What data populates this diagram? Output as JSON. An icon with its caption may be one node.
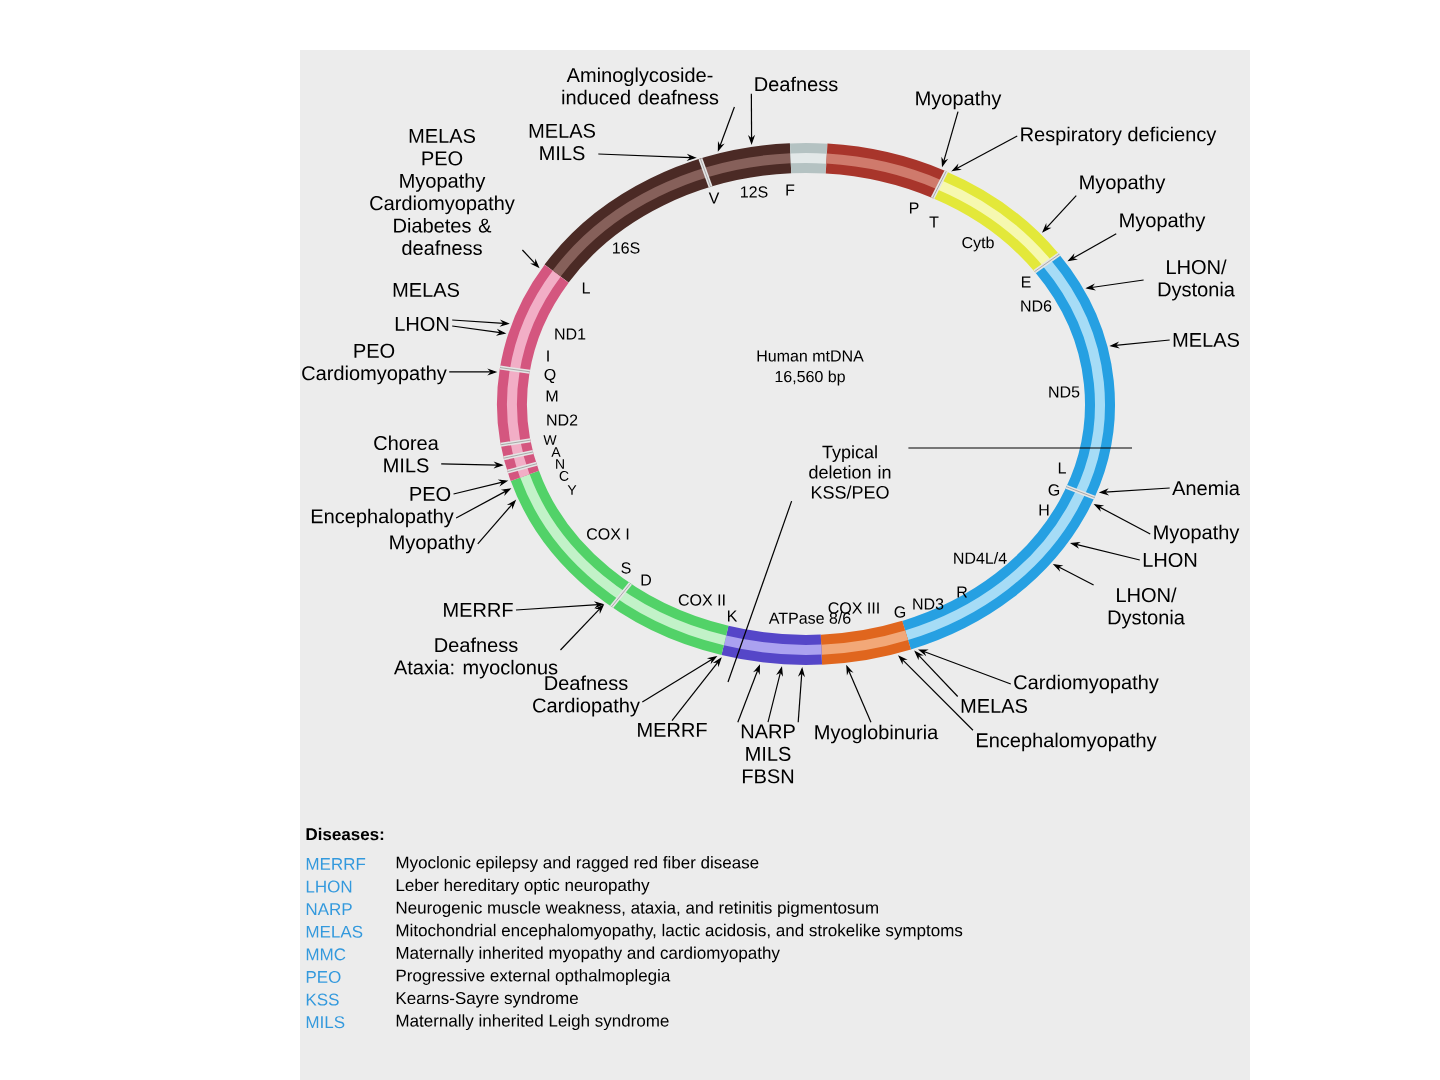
{
  "diagram": {
    "nodes": [
      {
        "text": [
          "Aminoglycoside-induced deafness"
        ]
      },
      {
        "text": [
          "Deafness"
        ]
      },
      {
        "text": [
          "MELAS",
          "MILS"
        ]
      },
      {
        "text": [
          "MELAS",
          "PEO",
          "Myopathy",
          "Cardiomyopathy",
          "Diabetes & deafness"
        ]
      },
      {
        "text": [
          "LHON"
        ]
      },
      {
        "text": [
          "PEO",
          "Cardiomyopathy"
        ]
      },
      {
        "text": [
          "Chorea",
          "MILS"
        ]
      },
      {
        "text": [
          "PEO"
        ]
      },
      {
        "text": [
          "Encephalopathy"
        ]
      },
      {
        "text": [
          "Myopathy"
        ]
      },
      {
        "text": [
          "MERRF"
        ]
      },
      {
        "text": [
          "Deafness",
          "Ataxia: myoclonus"
        ]
      },
      {
        "text": [
          "Deafness",
          "Cardiopathy"
        ]
      },
      {
        "text": [
          "MERRF"
        ]
      },
      {
        "text": [
          "NARP",
          "MILS",
          "FBSN"
        ]
      },
      {
        "text": [
          "Myoglobinuria"
        ]
      },
      {
        "text": [
          "Cardiomyopathy"
        ]
      },
      {
        "text": [
          "MELAS"
        ]
      },
      {
        "text": [
          "Encephalomyopathy"
        ]
      },
      {
        "text": [
          "LHON/ Dystonia"
        ]
      },
      {
        "text": [
          "LHON"
        ]
      },
      {
        "text": [
          "Myopathy"
        ]
      },
      {
        "text": [
          "Anemia"
        ]
      },
      {
        "text": [
          "MELAS"
        ]
      },
      {
        "text": [
          "LHON/ Dystonia"
        ]
      },
      {
        "text": [
          "Myopathy"
        ]
      },
      {
        "text": [
          "Myopathy"
        ]
      },
      {
        "text": [
          "Respiratory deficiency"
        ]
      },
      {
        "text": [
          "Myopathy"
        ]
      },
      {
        "text": [
          "Typical deletion in KSS/PEO"
        ]
      }
    ],
    "edges": [
      {
        "from": 0,
        "to": null,
        "arrow": "to"
      },
      {
        "from": 1,
        "to": null,
        "arrow": "to"
      },
      {
        "from": 2,
        "to": null,
        "arrow": "to"
      },
      {
        "from": 3,
        "to": null,
        "arrow": "to"
      },
      {
        "from": 4,
        "to": null,
        "arrow": "to"
      },
      {
        "from": 4,
        "to": null,
        "arrow": "to"
      },
      {
        "from": 5,
        "to": null,
        "arrow": "to"
      },
      {
        "from": 6,
        "to": null,
        "arrow": "to"
      },
      {
        "from": 7,
        "to": null,
        "arrow": "to"
      },
      {
        "from": 8,
        "to": null,
        "arrow": "to"
      },
      {
        "from": 9,
        "to": null,
        "arrow": "to"
      },
      {
        "from": 10,
        "to": null,
        "arrow": "to"
      },
      {
        "from": 11,
        "to": null,
        "arrow": "to"
      },
      {
        "from": 12,
        "to": null,
        "arrow": "to"
      },
      {
        "from": 13,
        "to": null,
        "arrow": "to"
      },
      {
        "from": 14,
        "to": null,
        "arrow": "to"
      },
      {
        "from": 14,
        "to": null,
        "arrow": "to"
      },
      {
        "from": 14,
        "to": null,
        "arrow": "to"
      },
      {
        "from": 15,
        "to": null,
        "arrow": "to"
      },
      {
        "from": 16,
        "to": null,
        "arrow": "to"
      },
      {
        "from": 17,
        "to": null,
        "arrow": "to"
      },
      {
        "from": 18,
        "to": null,
        "arrow": "to"
      },
      {
        "from": 19,
        "to": null,
        "arrow": "to"
      },
      {
        "from": 20,
        "to": null,
        "arrow": "to"
      },
      {
        "from": 21,
        "to": null,
        "arrow": "to"
      },
      {
        "from": 22,
        "to": null,
        "arrow": "to"
      },
      {
        "from": 23,
        "to": null,
        "arrow": "to"
      },
      {
        "from": 24,
        "to": null,
        "arrow": "to"
      },
      {
        "from": 25,
        "to": null,
        "arrow": "to"
      },
      {
        "from": 26,
        "to": null,
        "arrow": "to"
      },
      {
        "from": 27,
        "to": null,
        "arrow": "to"
      },
      {
        "from": 28,
        "to": null,
        "arrow": "to"
      },
      {
        "from": 29,
        "to": null,
        "arrow": "none"
      },
      {
        "from": 29,
        "to": null,
        "arrow": "none"
      }
    ],
    "labels": [
      "MELAS",
      "V",
      "12S",
      "F",
      "P",
      "T",
      "16S",
      "Cytb",
      "L",
      "E",
      "ND6",
      "ND1",
      "Human mtDNA",
      "16,560 bp",
      "I",
      "Q",
      "M",
      "ND5",
      "ND2",
      "W",
      "A",
      "N",
      "C",
      "Y",
      "L",
      "G",
      "H",
      "COX I",
      "ND4L/4",
      "S",
      "D",
      "R",
      "ND3",
      "COX II",
      "COX III",
      "G",
      "K",
      "ATPase 8/6",
      "Diseases:",
      "MERRF",
      "Myoclonic epilepsy and ragged red fiber disease",
      "LHON",
      "Leber hereditary optic neuropathy",
      "NARP",
      "Neurogenic muscle weakness, ataxia, and retinitis pigmentosum",
      "MELAS",
      "Mitochondrial encephalomyopathy, lactic acidosis, and strokelike symptoms",
      "MMC",
      "Maternally inherited myopathy and cardiomyopathy",
      "PEO",
      "Progressive external opthalmoplegia",
      "KSS",
      "Kearns-Sayre syndrome",
      "MILS",
      "Maternally inherited Leigh syndrome"
    ]
  }
}
